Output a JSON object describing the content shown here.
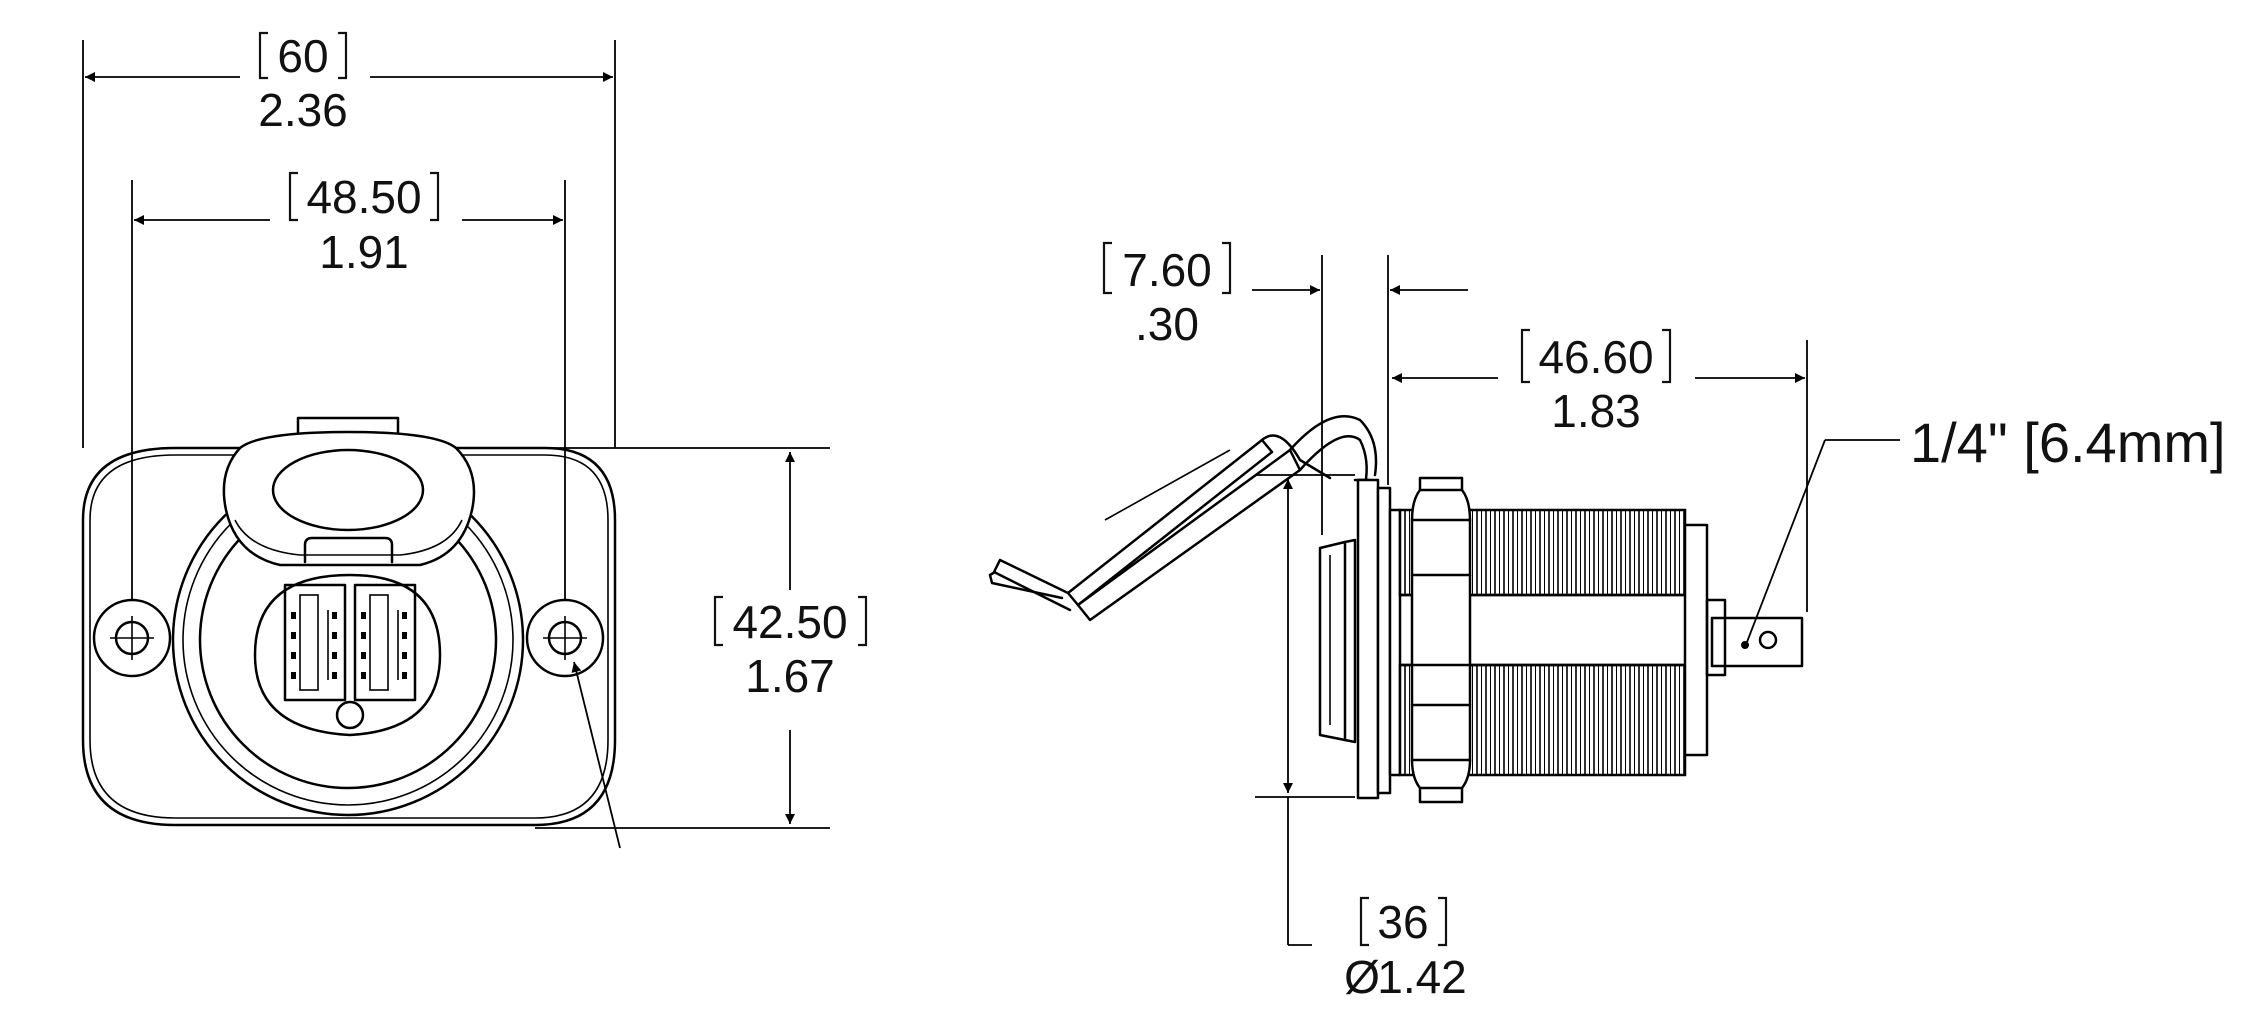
{
  "front_view": {
    "overall_width": {
      "metric": "60",
      "imperial": "2.36"
    },
    "hole_spacing": {
      "metric": "48.50",
      "imperial": "1.91"
    },
    "height": {
      "metric": "42.50",
      "imperial": "1.67"
    }
  },
  "side_view": {
    "flange_thickness": {
      "metric": "7.60",
      "imperial": ".30"
    },
    "body_length": {
      "metric": "46.60",
      "imperial": "1.83"
    },
    "diameter": {
      "metric": "36",
      "imperial": "1.42",
      "symbol": "Ø"
    },
    "terminal_callout": "1/4\" [6.4mm]"
  }
}
